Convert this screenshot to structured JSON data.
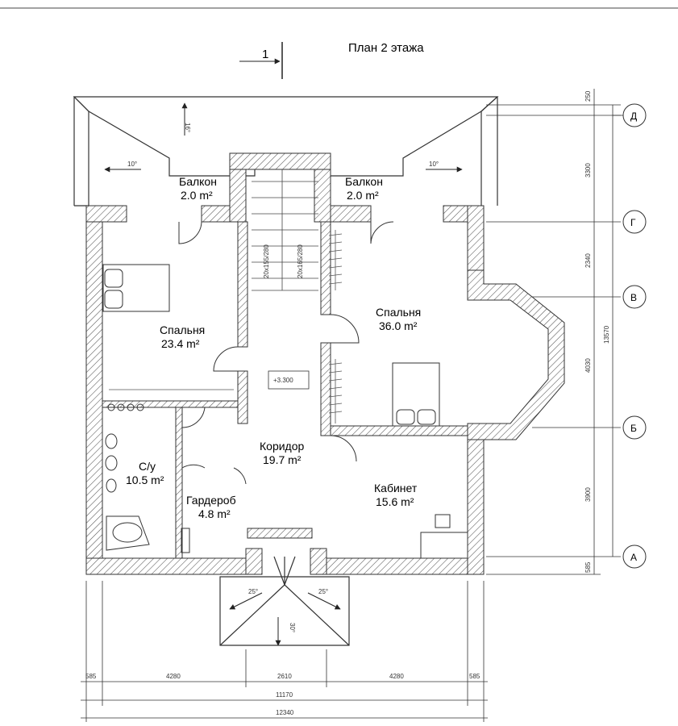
{
  "title": "План 2 этажа",
  "section_mark": "1",
  "level_mark": "+3.300",
  "rooms": [
    {
      "id": "balcony-left",
      "name": "Балкон",
      "area": "2.0 m²"
    },
    {
      "id": "balcony-right",
      "name": "Балкон",
      "area": "2.0 m²"
    },
    {
      "id": "bedroom-left",
      "name": "Спальня",
      "area": "23.4 m²"
    },
    {
      "id": "bedroom-right",
      "name": "Спальня",
      "area": "36.0 m²"
    },
    {
      "id": "corridor",
      "name": "Коридор",
      "area": "19.7 m²"
    },
    {
      "id": "bathroom",
      "name": "С/у",
      "area": "10.5 m²"
    },
    {
      "id": "wardrobe",
      "name": "Гардероб",
      "area": "4.8 m²"
    },
    {
      "id": "office",
      "name": "Кабинет",
      "area": "15.6 m²"
    }
  ],
  "stairs": [
    "20х155/280",
    "20х165/280"
  ],
  "roof_slopes": [
    "16°",
    "10°",
    "10°",
    "25°",
    "25°",
    "30°"
  ],
  "axes": [
    "Д",
    "Г",
    "В",
    "Б",
    "А"
  ],
  "dims_vertical": [
    "250",
    "3300",
    "2340",
    "4030",
    "3900",
    "585",
    "13570"
  ],
  "dims_bottom_row1": [
    "585",
    "4280",
    "2610",
    "4280",
    "585"
  ],
  "dims_bottom_row2": "11170",
  "dims_bottom_row3": "12340"
}
